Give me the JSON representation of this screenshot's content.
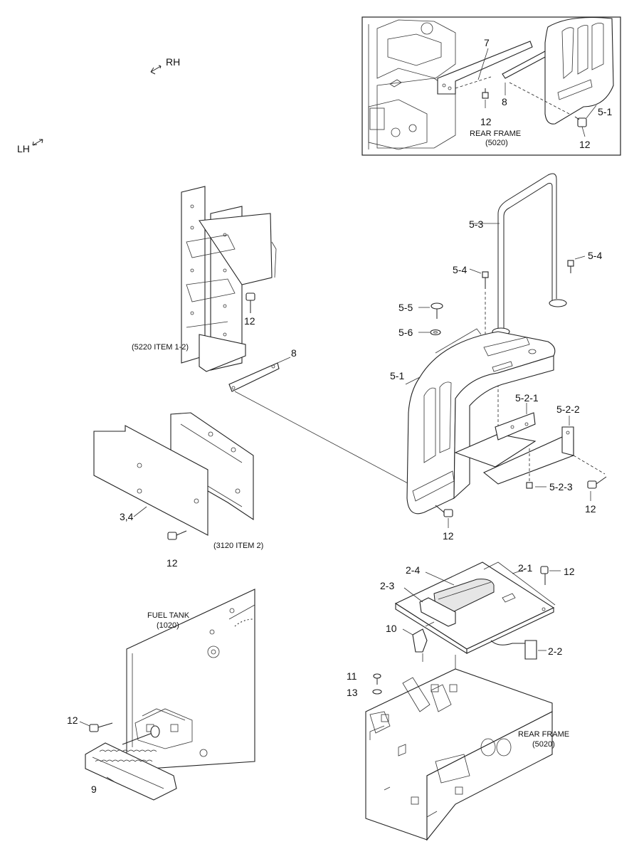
{
  "orientation": {
    "rh": "RH",
    "lh": "LH"
  },
  "inset": {
    "rear_frame_label": "REAR FRAME",
    "rear_frame_code": "(5020)",
    "callouts": [
      "7",
      "12",
      "8",
      "5-1",
      "12"
    ]
  },
  "main": {
    "ladder_ref": "(5220 ITEM 1-2)",
    "cover_ref": "(3120 ITEM 2)",
    "fuel_tank_label": "FUEL TANK",
    "fuel_tank_code": "(1020)",
    "rear_frame_label": "REAR FRAME",
    "rear_frame_code": "(5020)",
    "callouts": {
      "ladder_bolt": "12",
      "bracket_8": "8",
      "handrail": "5-3",
      "bolt_54_left": "5-4",
      "bolt_54_right": "5-4",
      "screw_55": "5-5",
      "washer_56": "5-6",
      "fender": "5-1",
      "bracket_521": "5-2-1",
      "bracket_522": "5-2-2",
      "bolt_523": "5-2-3",
      "bolt_12_right": "12",
      "bolt_12_fender": "12",
      "plate_34": "3,4",
      "bolt_12_plate": "12",
      "plate_21": "2-1",
      "bolt_12_plate21": "12",
      "pad_24": "2-4",
      "pad_23": "2-3",
      "clip_10": "10",
      "harness_22": "2-2",
      "screw_11": "11",
      "nut_13": "13",
      "bolt_12_step": "12",
      "step_9": "9"
    }
  }
}
